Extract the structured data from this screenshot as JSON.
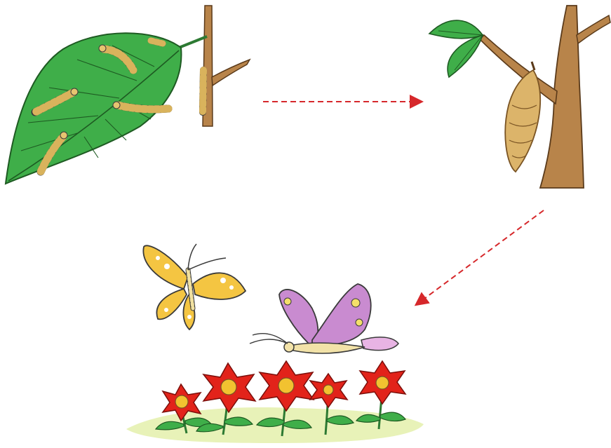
{
  "diagram": {
    "stages": [
      {
        "id": "larva",
        "icon": "caterpillars-on-leaf-icon"
      },
      {
        "id": "pupa",
        "icon": "chrysalis-on-branch-icon"
      },
      {
        "id": "adult",
        "icon": "butterflies-over-flowers-icon"
      }
    ],
    "arrows": [
      {
        "from": "larva",
        "to": "pupa",
        "style": "dashed"
      },
      {
        "from": "pupa",
        "to": "adult",
        "style": "dashed"
      }
    ],
    "colors": {
      "leaf": "#3fae49",
      "leaf_vein": "#1e5a22",
      "caterpillar": "#d9b35c",
      "caterpillar_stripe": "#3a3a3a",
      "branch": "#b8844a",
      "cocoon": "#dcb46a",
      "yellow_butterfly": "#f4c542",
      "purple_butterfly": "#c98bd0",
      "flower": "#e2231a",
      "flower_center": "#f2c230",
      "grass": "#e8f2b8",
      "arrow": "#d6282b"
    }
  }
}
